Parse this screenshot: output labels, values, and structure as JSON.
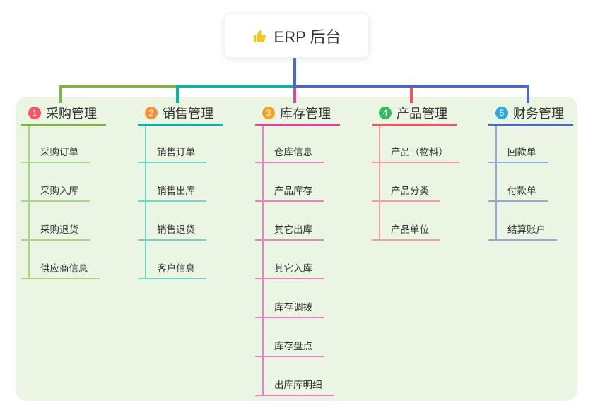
{
  "root": {
    "label": "ERP 后台",
    "icon": "thumbs-up",
    "icon_color": "#f5c41d"
  },
  "branches": [
    {
      "index": "1",
      "title": "采购管理",
      "badge_color": "#f4566a",
      "line_color": "#7cb342",
      "child_line_color": "#aed581",
      "children": [
        "采购订单",
        "采购入库",
        "采购退货",
        "供应商信息"
      ]
    },
    {
      "index": "2",
      "title": "销售管理",
      "badge_color": "#f68f3d",
      "line_color": "#0ab5a6",
      "child_line_color": "#72d5c8",
      "children": [
        "销售订单",
        "销售出库",
        "销售退货",
        "客户信息"
      ]
    },
    {
      "index": "3",
      "title": "库存管理",
      "badge_color": "#f0a32a",
      "line_color": "#e64397",
      "child_line_color": "#f07ec0",
      "children": [
        "仓库信息",
        "产品库存",
        "其它出库",
        "其它入库",
        "库存调拨",
        "库存盘点",
        "出库库明细"
      ]
    },
    {
      "index": "4",
      "title": "产品管理",
      "badge_color": "#2fbd60",
      "line_color": "#f4535e",
      "child_line_color": "#f89ba1",
      "children": [
        "产品（物料）",
        "产品分类",
        "产品单位"
      ]
    },
    {
      "index": "5",
      "title": "财务管理",
      "badge_color": "#2ca8dc",
      "line_color": "#4966c8",
      "child_line_color": "#92abdf",
      "children": [
        "回款单",
        "付款单",
        "结算账户"
      ]
    }
  ],
  "panel_bg": "#eaf6e3"
}
